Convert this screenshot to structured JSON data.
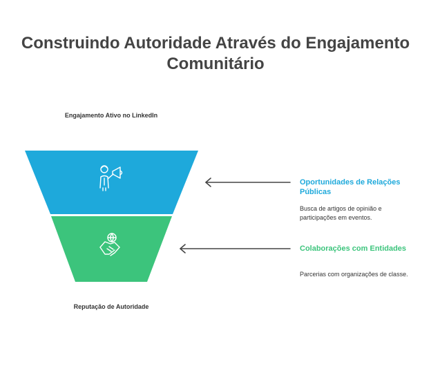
{
  "title": "Construindo Autoridade Através do Engajamento Comunitário",
  "funnel": {
    "top_label": "Engajamento Ativo no LinkedIn",
    "bottom_label": "Reputação de Autoridade"
  },
  "items": [
    {
      "title": "Oportunidades de Relações Públicas",
      "description": "Busca de artigos de opinião e participações em eventos.",
      "color": "#1EA9DB",
      "icon": "megaphone-person-icon"
    },
    {
      "title": "Colaborações com Entidades",
      "description": "Parcerias com organizações de classe.",
      "color": "#3CC47C",
      "icon": "handshake-globe-icon"
    }
  ],
  "colors": {
    "blue": "#1EA9DB",
    "green": "#3CC47C",
    "title_text": "#444444",
    "arrow": "#444444"
  }
}
